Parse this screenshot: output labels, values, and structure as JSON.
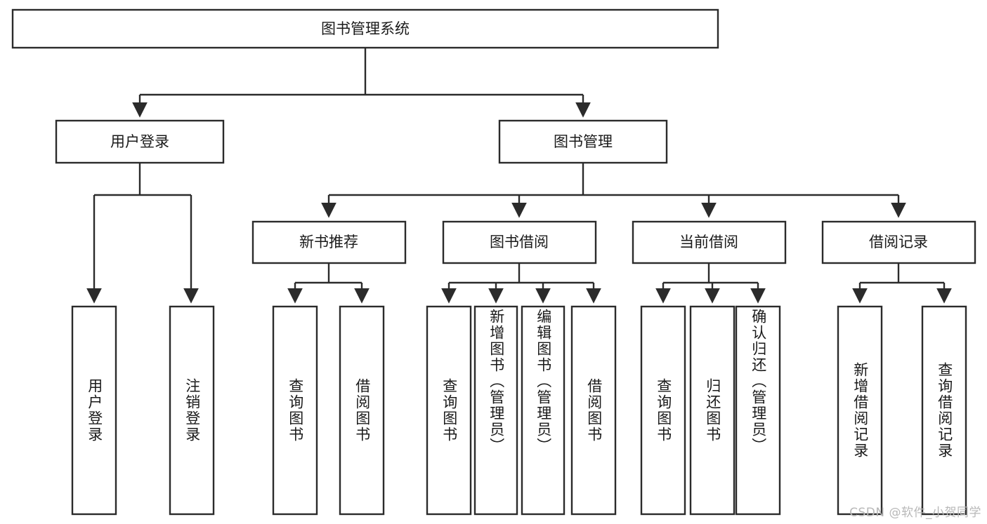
{
  "diagram": {
    "title": "图书管理系统",
    "watermark": "CSDN @软件_小贺同学",
    "colors": {
      "box_stroke": "#2b2b2b",
      "box_fill": "#ffffff",
      "text": "#1a1a1a",
      "background": "#ffffff",
      "watermark": "#b8b8b8"
    },
    "levels": {
      "root": {
        "label": "图书管理系统"
      },
      "level2": [
        {
          "label": "用户登录"
        },
        {
          "label": "图书管理"
        }
      ],
      "level3": [
        {
          "label": "新书推荐"
        },
        {
          "label": "图书借阅"
        },
        {
          "label": "当前借阅"
        },
        {
          "label": "借阅记录"
        }
      ],
      "leaves": [
        {
          "label": "用户登录",
          "parent": "用户登录"
        },
        {
          "label": "注销登录",
          "parent": "用户登录"
        },
        {
          "label": "查询图书",
          "parent": "新书推荐"
        },
        {
          "label": "借阅图书",
          "parent": "新书推荐"
        },
        {
          "label": "查询图书",
          "parent": "图书借阅"
        },
        {
          "label": "新增图书（管理员）",
          "parent": "图书借阅"
        },
        {
          "label": "编辑图书（管理员）",
          "parent": "图书借阅"
        },
        {
          "label": "借阅图书",
          "parent": "图书借阅"
        },
        {
          "label": "查询图书",
          "parent": "当前借阅"
        },
        {
          "label": "归还图书",
          "parent": "当前借阅"
        },
        {
          "label": "确认归还（管理员）",
          "parent": "当前借阅"
        },
        {
          "label": "新增借阅记录",
          "parent": "借阅记录"
        },
        {
          "label": "查询借阅记录",
          "parent": "借阅记录"
        }
      ]
    }
  }
}
